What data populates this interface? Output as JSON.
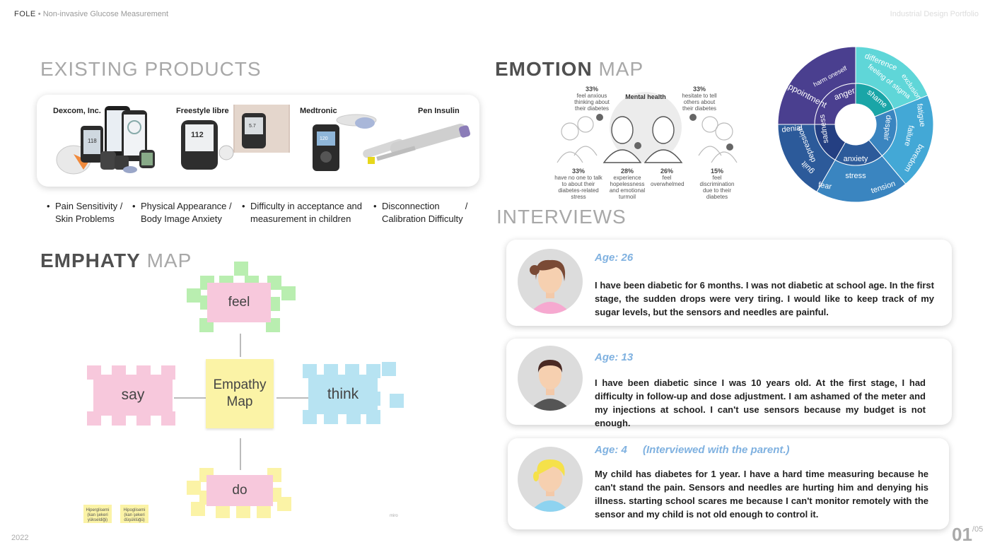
{
  "header": {
    "brand": "FOLE",
    "separator": "•",
    "subtitle": "Non-invasive Glucose Measurement",
    "right": "Industrial Design Portfolio"
  },
  "footer": {
    "year": "2022",
    "page": "01",
    "total": "/05"
  },
  "existing": {
    "title": "EXISTING PRODUCTS",
    "products": [
      {
        "label": "Dexcom, Inc."
      },
      {
        "label": "Freestyle libre"
      },
      {
        "label": "Medtronic"
      },
      {
        "label": "Pen Insulin"
      }
    ],
    "device_text": {
      "dexcom_screen": "118",
      "libre_screen": "112",
      "libre_screen2": "5.7",
      "medtronic_screen": "120"
    },
    "problems": [
      {
        "line1": "Pain Sensitivity /",
        "line2": "Skin Problems"
      },
      {
        "line1": "Physical Appearance /",
        "line2": "Body Image Anxiety"
      },
      {
        "line1": "Difficulty in acceptance and",
        "line2": "measurement in children"
      },
      {
        "line1": "Disconnection          /",
        "line2": "Calibration Difficulty"
      }
    ]
  },
  "emotion": {
    "title_dark": "EMOTION",
    "title_light": " MAP",
    "center": "Mental health",
    "stats": [
      {
        "pct": "33%",
        "text": "feel anxious thinking about their diabetes"
      },
      {
        "pct": "33%",
        "text": "hesitate to tell others about their diabetes"
      },
      {
        "pct": "33%",
        "text": "have no one to talk to about their diabetes-related stress"
      },
      {
        "pct": "28%",
        "text": "experience hopelessness and emotional turmoil"
      },
      {
        "pct": "26%",
        "text": "feel overwhelmed"
      },
      {
        "pct": "15%",
        "text": "feel discrimination due to their diabetes"
      }
    ],
    "wheel": {
      "outer": [
        "disappointment",
        "harm oneself",
        "difference",
        "exclusion",
        "feeling of stigma",
        "fatigue",
        "failure",
        "boredom",
        "stress",
        "fear",
        "tension",
        "denial",
        "guilt",
        "depression"
      ],
      "inner": [
        "anger",
        "shame",
        "despair",
        "anxiety",
        "sadness"
      ],
      "colors": {
        "purple": "#4a3f8f",
        "teal": "#34c0c6",
        "lightteal": "#5fd6d8",
        "blue": "#3a85c0",
        "skyblue": "#43a8d6",
        "navy": "#2c5a9a",
        "darkteal": "#1aa5a7"
      }
    }
  },
  "empathy": {
    "title_dark": "EMPHATY",
    "title_light": " MAP",
    "center": "Empathy Map",
    "quadrants": [
      "feel",
      "say",
      "think",
      "do"
    ],
    "bottom_notes": [
      {
        "line1": "Hiperglisemi",
        "line2": "(kan şekeri",
        "line3": "yükseldiği)"
      },
      {
        "line1": "Hipoglisemi",
        "line2": "(kan şekeri",
        "line3": "düşüklüğü)"
      }
    ],
    "watermark": "miro"
  },
  "interviews": {
    "title": "INTERVIEWS",
    "people": [
      {
        "age": "Age: 26",
        "note": "",
        "text": "I have been diabetic for 6 months. I was not diabetic at school age. In the first stage, the sudden drops were very tiring. I would like to keep track of my sugar levels, but the sensors and needles are painful."
      },
      {
        "age": "Age: 13",
        "note": "",
        "text": "I have been diabetic since I was 10 years old. At the first stage, I had difficulty in follow-up and dose adjustment. I am ashamed of the meter and my injections at school. I can't use sensors because my budget is not enough."
      },
      {
        "age": "Age: 4",
        "note": "(Interviewed with the parent.)",
        "text": "My child has diabetes for 1 year. I have a hard time measuring because he can't stand the pain. Sensors and needles are hurting him and denying his illness. starting school scares me because I can't monitor remotely with the sensor and my child is not old enough to control it."
      }
    ]
  }
}
